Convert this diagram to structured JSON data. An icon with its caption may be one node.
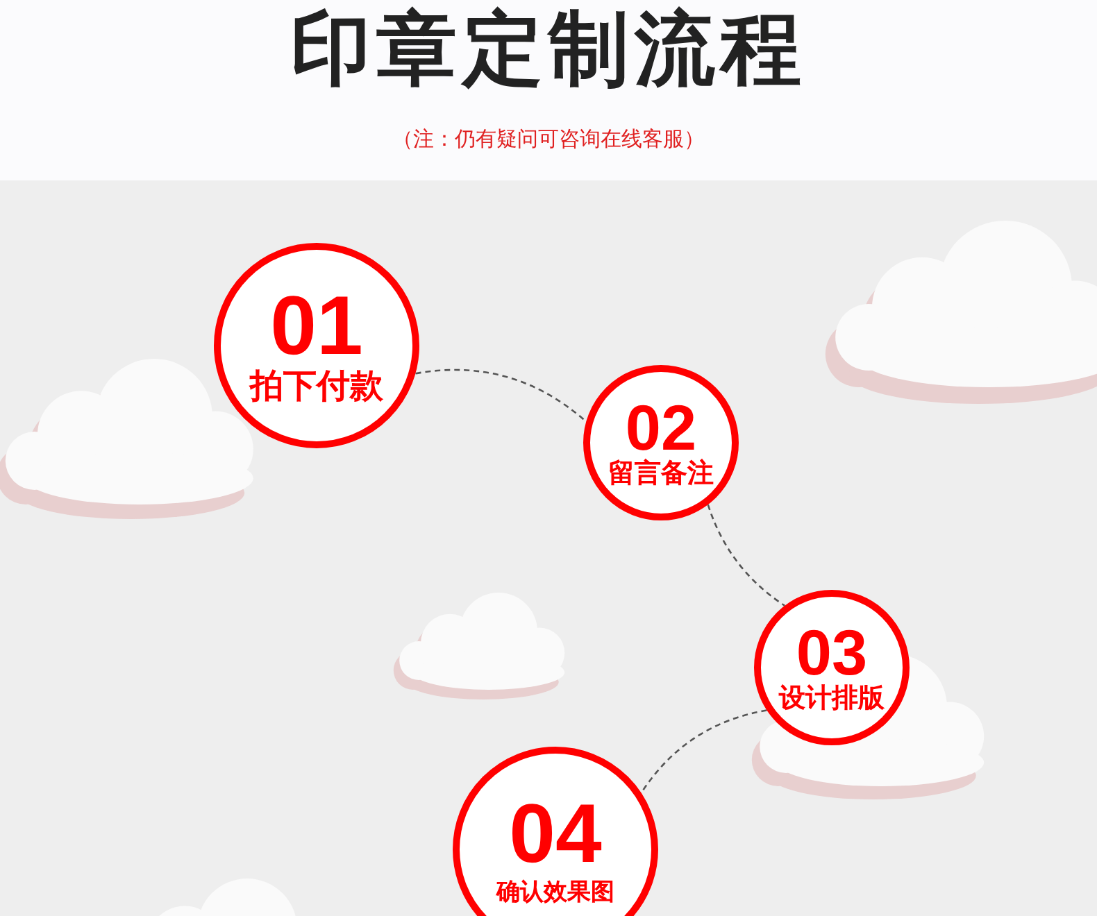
{
  "diagram": {
    "title": "印章定制流程",
    "caption": "（注：仍有疑问可咨询在线客服）",
    "nodes": [
      {
        "text": [
          "01",
          "拍下付款"
        ]
      },
      {
        "text": [
          "02",
          "留言备注"
        ]
      },
      {
        "text": [
          "03",
          "设计排版"
        ]
      },
      {
        "text": [
          "04",
          "确认效果图"
        ]
      }
    ],
    "edges": [
      {
        "from": 0,
        "to": 1,
        "arrow": "none",
        "style": "dashed"
      },
      {
        "from": 1,
        "to": 2,
        "arrow": "none",
        "style": "dashed"
      },
      {
        "from": 2,
        "to": 3,
        "arrow": "none",
        "style": "dashed"
      }
    ]
  }
}
